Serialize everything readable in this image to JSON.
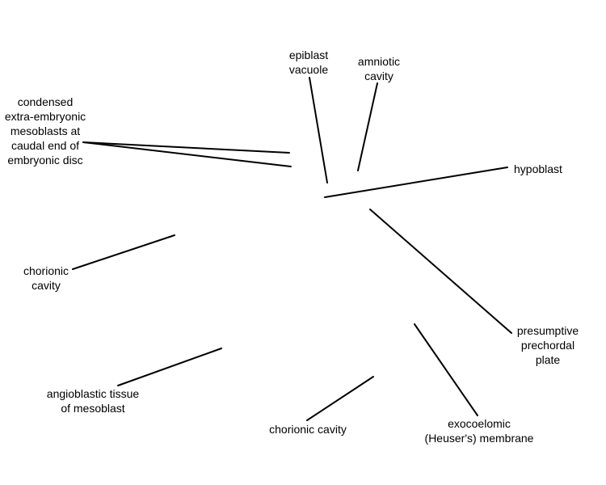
{
  "labels": {
    "condensed_mesoblasts": "condensed\nextra-embryonic\nmesoblasts at\ncaudal end of\nembryonic disc",
    "epiblast_vacuole": "epiblast\nvacuole",
    "amniotic_cavity": "amniotic\ncavity",
    "hypoblast": "hypoblast",
    "chorionic_cavity_left": "chorionic\ncavity",
    "presumptive_prechordal_plate": "presumptive\nprechordal\nplate",
    "angioblastic_tissue": "angioblastic tissue\nof mesoblast",
    "chorionic_cavity_bottom": "chorionic cavity",
    "exocoelomic_membrane": "exocoelomic\n(Heuser's) membrane"
  },
  "colors": {
    "text": "#000000",
    "line": "#000000",
    "background": "#ffffff"
  }
}
